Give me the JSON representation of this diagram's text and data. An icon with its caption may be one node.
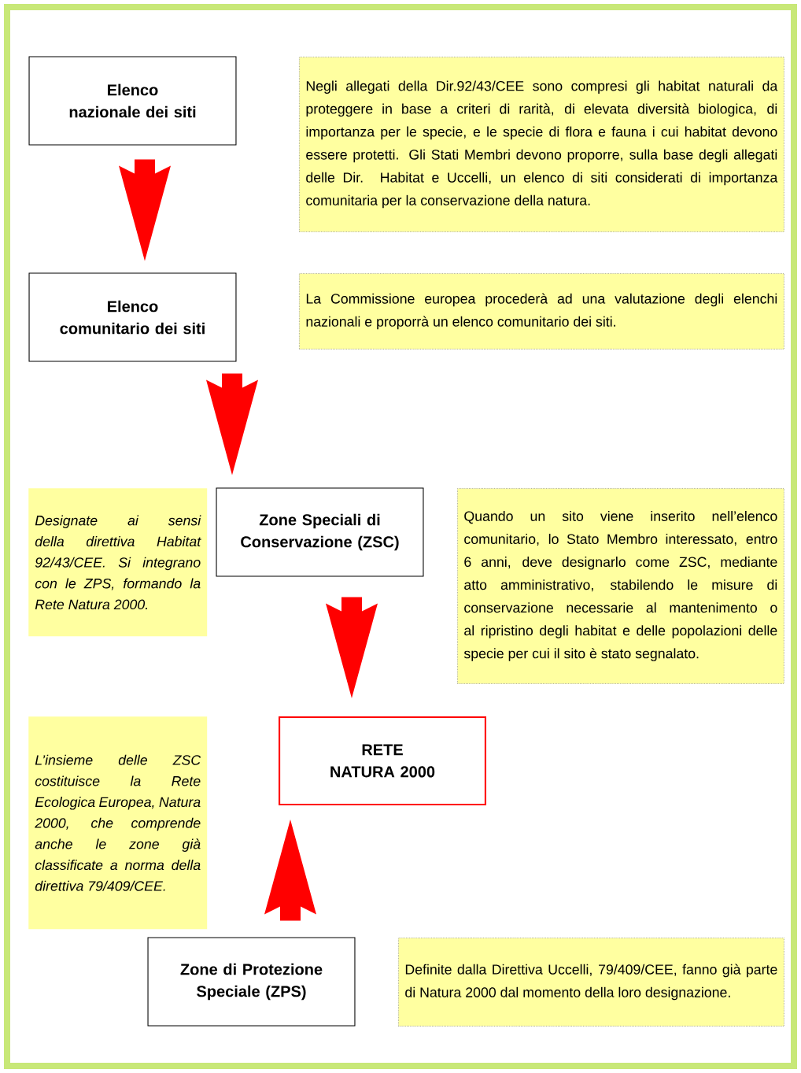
{
  "diagram": {
    "nodes": [
      {
        "text": [
          "Elenco nazionale dei siti"
        ]
      },
      {
        "text": [
          "Negli allegati della Dir.92/43/CEE sono compresi gli habitat naturali da proteggere in base a criteri di rarità, di elevata diversità biologica, di importanza per le specie, e le specie di flora e fauna i cui habitat devono essere protetti. Gli Stati Membri devono proporre, sulla base degli allegati delle Dir. Habitat e Uccelli, un elenco di siti considerati di importanza comunitaria per la conservazione della natura."
        ]
      },
      {
        "text": [
          "Elenco comunitario dei siti"
        ]
      },
      {
        "text": [
          "La Commissione europea procederà ad una valutazione degli elenchi nazionali e proporrà un elenco comunitario dei siti."
        ]
      },
      {
        "text": [
          "Designate ai sensi della direttiva Habitat 92/43/CEE. Si integrano con le ZPS, formando la Rete Natura 2000."
        ]
      },
      {
        "text": [
          "Zone Speciali di Conservazione (ZSC)"
        ]
      },
      {
        "text": [
          "Quando un sito viene inserito nell’elenco comunitario, lo Stato Membro interessato, entro 6 anni, deve designarlo come ZSC, mediante atto amministrativo, stabilendo le misure di conservazione necessarie al mantenimento o al ripristino degli habitat e delle popolazioni delle specie per cui il sito è stato segnalato."
        ]
      },
      {
        "text": [
          "RETE NATURA 2000"
        ]
      },
      {
        "text": [
          "L’insieme delle ZSC costituisce la Rete Ecologica Europea, Natura 2000, che comprende anche le zone già classificate a norma della direttiva 79/409/CEE."
        ]
      },
      {
        "text": [
          "Zone di Protezione Speciale (ZPS)"
        ]
      },
      {
        "text": [
          "Definite dalla Direttiva Uccelli, 79/409/CEE, fanno già parte di Natura 2000 dal momento della loro designazione."
        ]
      }
    ],
    "edges": [
      {
        "from": 0,
        "to": 2,
        "arrow": "to"
      },
      {
        "from": 2,
        "to": 5,
        "arrow": "to"
      },
      {
        "from": 5,
        "to": 7,
        "arrow": "to"
      },
      {
        "from": 9,
        "to": 7,
        "arrow": "to"
      }
    ]
  }
}
